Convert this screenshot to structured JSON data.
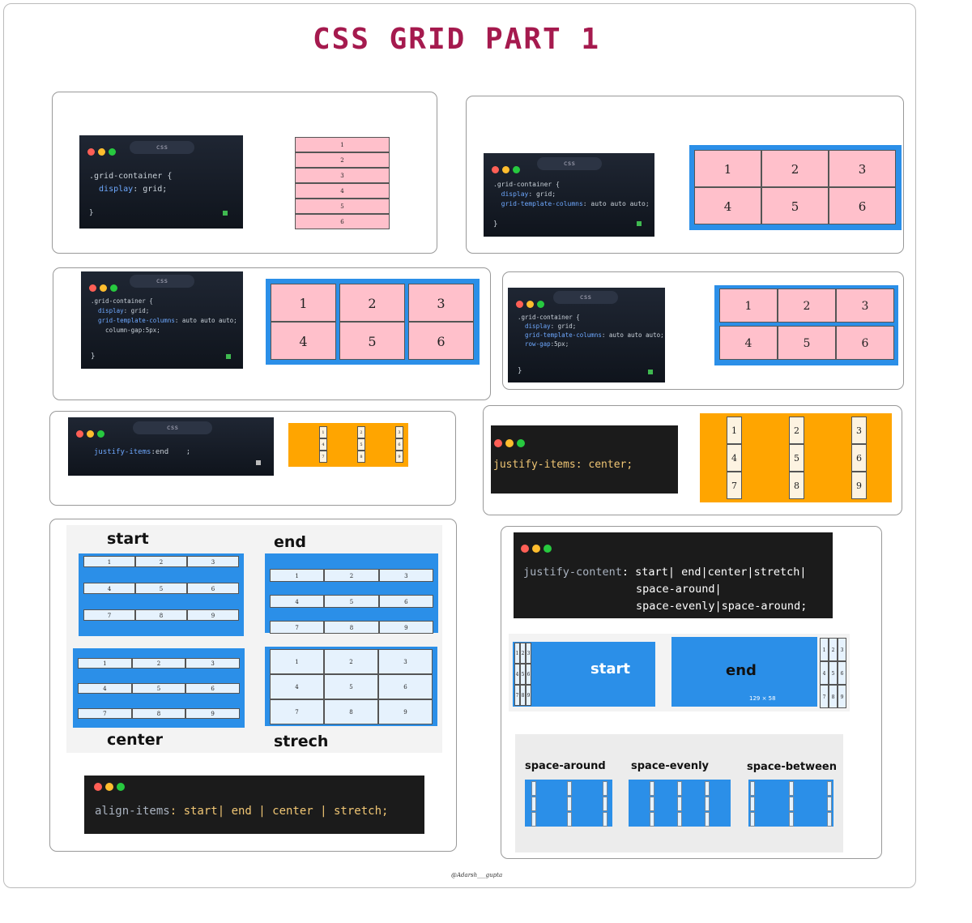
{
  "title": "CSS GRID PART 1",
  "colors": {
    "title": "#a51a4e",
    "pink": "#ffc0cb",
    "blue": "#2b8fe8",
    "orange": "#ffa500",
    "ide_bg": "#161c26",
    "term_bg": "#1b1b1b"
  },
  "editor_tab": "css",
  "p1": {
    "code": [
      ".grid-container {",
      "  display: grid;"
    ],
    "brace": "}",
    "cells": [
      "1",
      "2",
      "3",
      "4",
      "5",
      "6"
    ]
  },
  "p2": {
    "code": [
      ".grid-container {",
      "  display: grid;",
      "  grid-template-columns: auto auto auto;"
    ],
    "brace": "}",
    "cells": [
      "1",
      "2",
      "3",
      "4",
      "5",
      "6"
    ]
  },
  "p3": {
    "code": [
      ".grid-container {",
      "  display: grid;",
      "  grid-template-columns: auto auto auto;",
      "    column-gap:5px;"
    ],
    "brace": "}",
    "cells": [
      "1",
      "2",
      "3",
      "4",
      "5",
      "6"
    ]
  },
  "p4": {
    "code": [
      ".grid-container {",
      "  display: grid;",
      "  grid-template-columns: auto auto auto;",
      "  row-gap:5px;"
    ],
    "brace": "}",
    "cells": [
      "1",
      "2",
      "3",
      "4",
      "5",
      "6"
    ]
  },
  "p5": {
    "code_prop": "justify-items",
    "code_rest": ":end    ;",
    "cells": [
      "1",
      "2",
      "3",
      "4",
      "5",
      "6",
      "7",
      "8",
      "9"
    ]
  },
  "p6": {
    "code_prop": "justify-items",
    "code_rest": ": center;",
    "cells": [
      "1",
      "2",
      "3",
      "4",
      "5",
      "6",
      "7",
      "8",
      "9"
    ]
  },
  "p7": {
    "labels": {
      "start": "start",
      "end": "end",
      "center": "center",
      "strech": "strech"
    },
    "cells": [
      "1",
      "2",
      "3",
      "4",
      "5",
      "6",
      "7",
      "8",
      "9"
    ],
    "code_prop": "align-items",
    "code_rest": ": start| end | center | stretch;"
  },
  "p8": {
    "code_prop": "justify-content",
    "code_line1": ": start| end|center|stretch|",
    "code_line2": "space-around|",
    "code_line3": "space-evenly|space-around;",
    "start_label": "start",
    "end_label": "end",
    "size_label": "129 × 58",
    "cells": [
      "1",
      "2",
      "3",
      "4",
      "5",
      "6",
      "7",
      "8",
      "9"
    ]
  },
  "p9": {
    "labels": [
      "space-around",
      "space-evenly",
      "space-between"
    ]
  },
  "signature": "@Adarsh___gupta"
}
